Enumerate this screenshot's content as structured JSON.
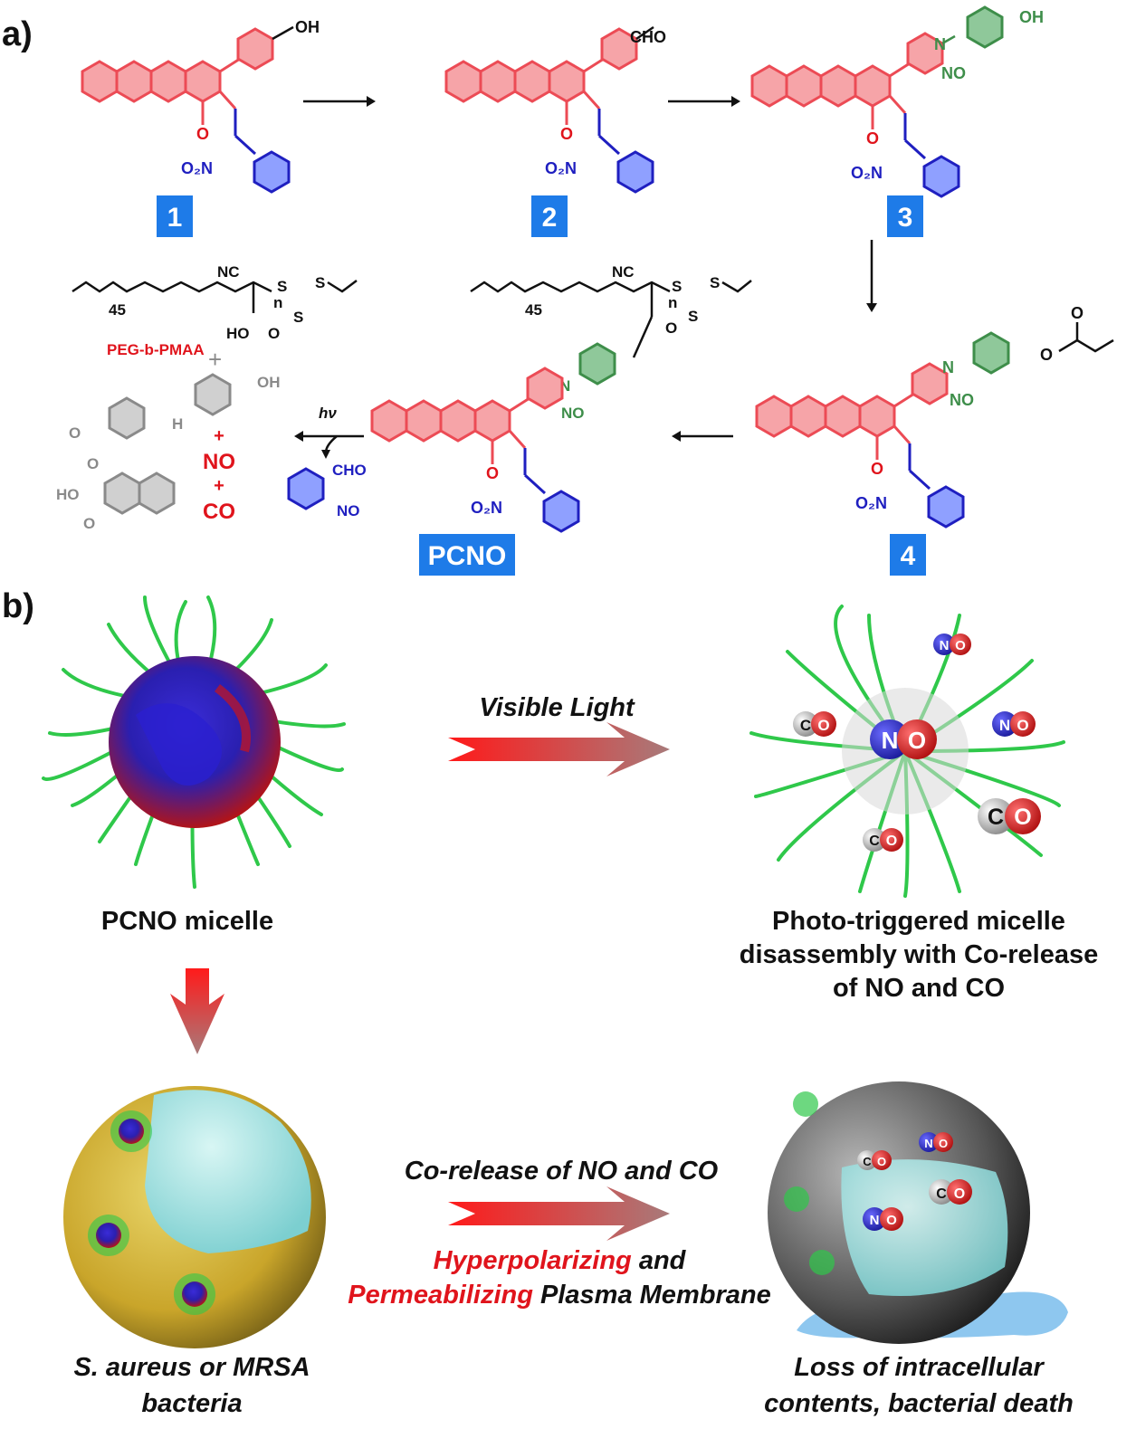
{
  "panels": {
    "a": "a)",
    "b": "b)"
  },
  "compounds": {
    "c1": "1",
    "c2": "2",
    "c3": "3",
    "c4": "4",
    "pcno": "PCNO"
  },
  "chem_text": {
    "oh": "OH",
    "cho": "CHO",
    "o2n": "O₂N",
    "no": "NO",
    "n": "N",
    "nc": "NC",
    "o": "O",
    "s": "S",
    "h": "H",
    "ho": "HO",
    "subscript_45": "45",
    "subscript_n": "n",
    "peg_pmaa": "PEG-b-PMAA",
    "plus": "+",
    "hv": "hν",
    "release_no": "NO",
    "release_co": "CO"
  },
  "labels": {
    "visible_light": "Visible Light",
    "pcno_micelle": "PCNO micelle",
    "disassembly_line1": "Photo-triggered micelle",
    "disassembly_line2": "disassembly with Co-release",
    "disassembly_line3": "of NO and CO",
    "corelease": "Co-release of NO and CO",
    "hyper_red": "Hyperpolarizing",
    "hyper_black": " and",
    "perm_red": "Permeabilizing",
    "perm_black": " Plasma Membrane",
    "bacteria_line1": "S. aureus or MRSA",
    "bacteria_line2": "bacteria",
    "death_line1": "Loss of intracellular",
    "death_line2": "contents, bacterial death"
  },
  "molecule_glyphs": {
    "no_n": "N",
    "no_o": "O",
    "co_c": "C",
    "co_o": "O"
  },
  "colors": {
    "chromophore_red": "#f0646c",
    "nitrobenzyl_blue": "#1f1fc0",
    "linker_green": "#3e8e4a",
    "label_blue": "#1e7be8",
    "text_red": "#e0141c",
    "polymer_green": "#2fc84a",
    "gray_product": "#8a8a8a"
  }
}
